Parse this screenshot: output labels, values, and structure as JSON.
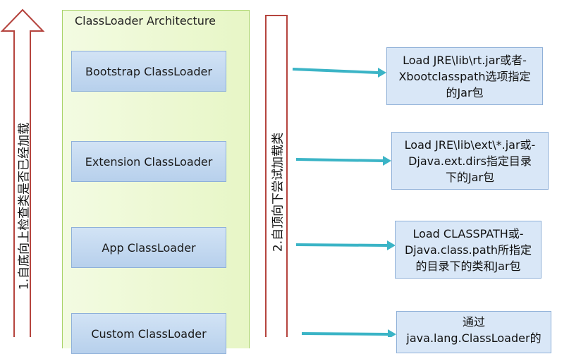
{
  "architecture": {
    "title": "ClassLoader Architecture",
    "loaders": [
      {
        "label": "Bootstrap ClassLoader"
      },
      {
        "label": "Extension ClassLoader"
      },
      {
        "label": "App ClassLoader"
      },
      {
        "label": "Custom ClassLoader"
      }
    ]
  },
  "arrows": {
    "up_label": "1.自底向上检查类是否已经加载",
    "down_label": "2.自顶向下尝试加载类"
  },
  "notes": [
    {
      "text": "Load JRE\\lib\\rt.jar或者-\nXbootclasspath选项指定\n的Jar包"
    },
    {
      "text": "Load JRE\\lib\\ext\\*.jar或-\nDjava.ext.dirs指定目录\n下的Jar包"
    },
    {
      "text": "Load CLASSPATH或-\nDjava.class.path所指定\n的目录下的类和Jar包"
    },
    {
      "text": "通过\njava.lang.ClassLoader的"
    }
  ],
  "colors": {
    "arrow_stroke": "#b5443e",
    "connector": "#3bb4c6",
    "panel_fill": "#e9f7c9",
    "box_fill": "#c6daf1"
  }
}
